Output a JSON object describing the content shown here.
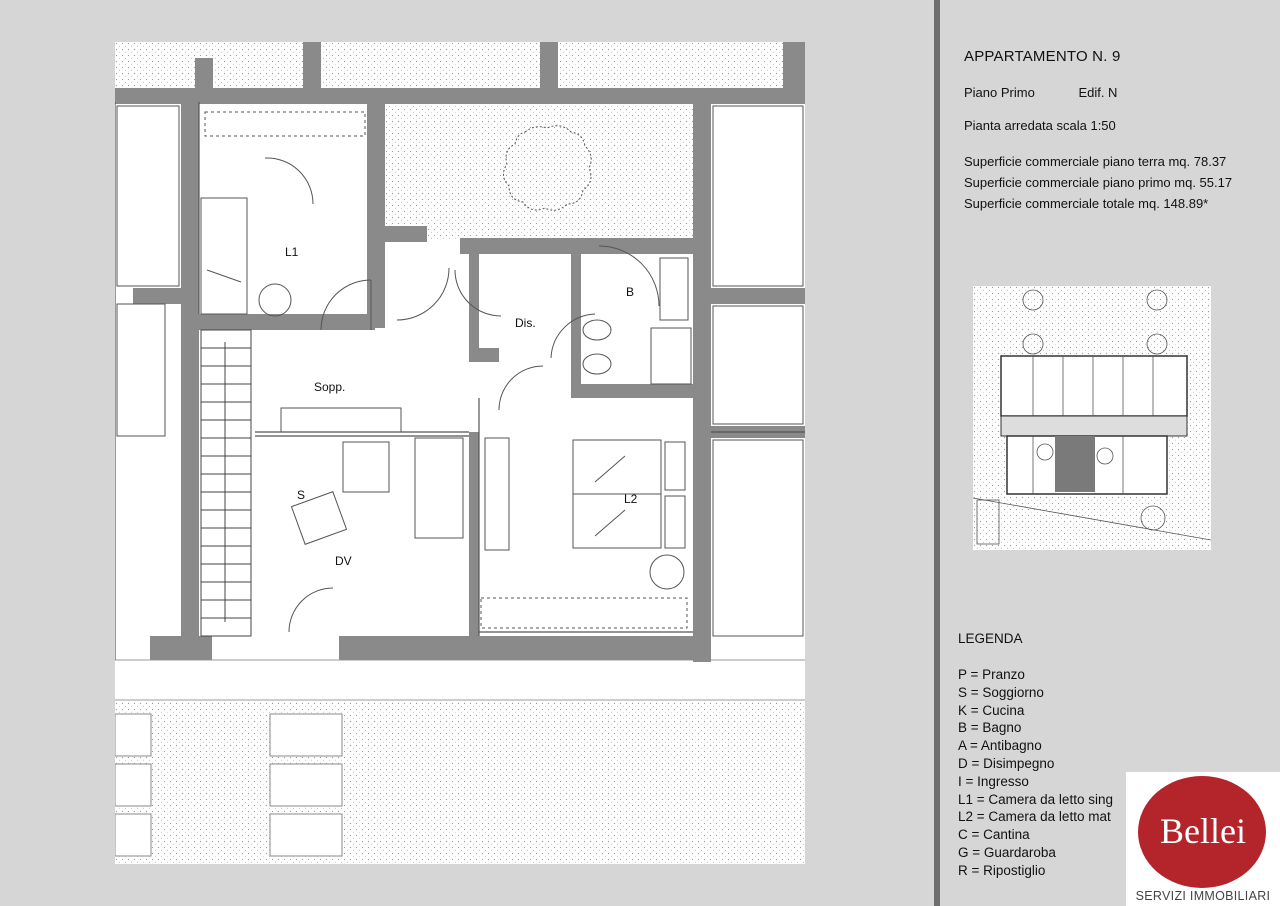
{
  "info": {
    "title": "APPARTAMENTO N. 9",
    "floor": "Piano Primo",
    "building": "Edif. N",
    "scale": "Pianta arredata scala 1:50",
    "areas": [
      "Superficie commerciale piano terra mq. 78.37",
      "Superficie commerciale piano primo mq. 55.17",
      "Superficie commerciale totale mq. 148.89*"
    ]
  },
  "plan": {
    "rooms": {
      "l1": "L1",
      "b": "B",
      "dis": "Dis.",
      "sopp": "Sopp.",
      "s": "S",
      "l2": "L2",
      "dv": "DV"
    }
  },
  "legend": {
    "title": "LEGENDA",
    "items": [
      "P = Pranzo",
      "S = Soggiorno",
      "K = Cucina",
      "B = Bagno",
      "A = Antibagno",
      "D = Disimpegno",
      "I = Ingresso",
      "L1 = Camera da letto sing",
      "L2 = Camera da letto mat",
      "C = Cantina",
      "G = Guardaroba",
      "R = Ripostiglio"
    ]
  },
  "logo": {
    "name": "Bellei",
    "tagline": "SERVIZI IMMOBILIARI"
  },
  "colors": {
    "wall": "#8a8a8a",
    "panel": "#d6d6d6",
    "divider": "#6e6e6e",
    "brand_red": "#b3242b"
  }
}
